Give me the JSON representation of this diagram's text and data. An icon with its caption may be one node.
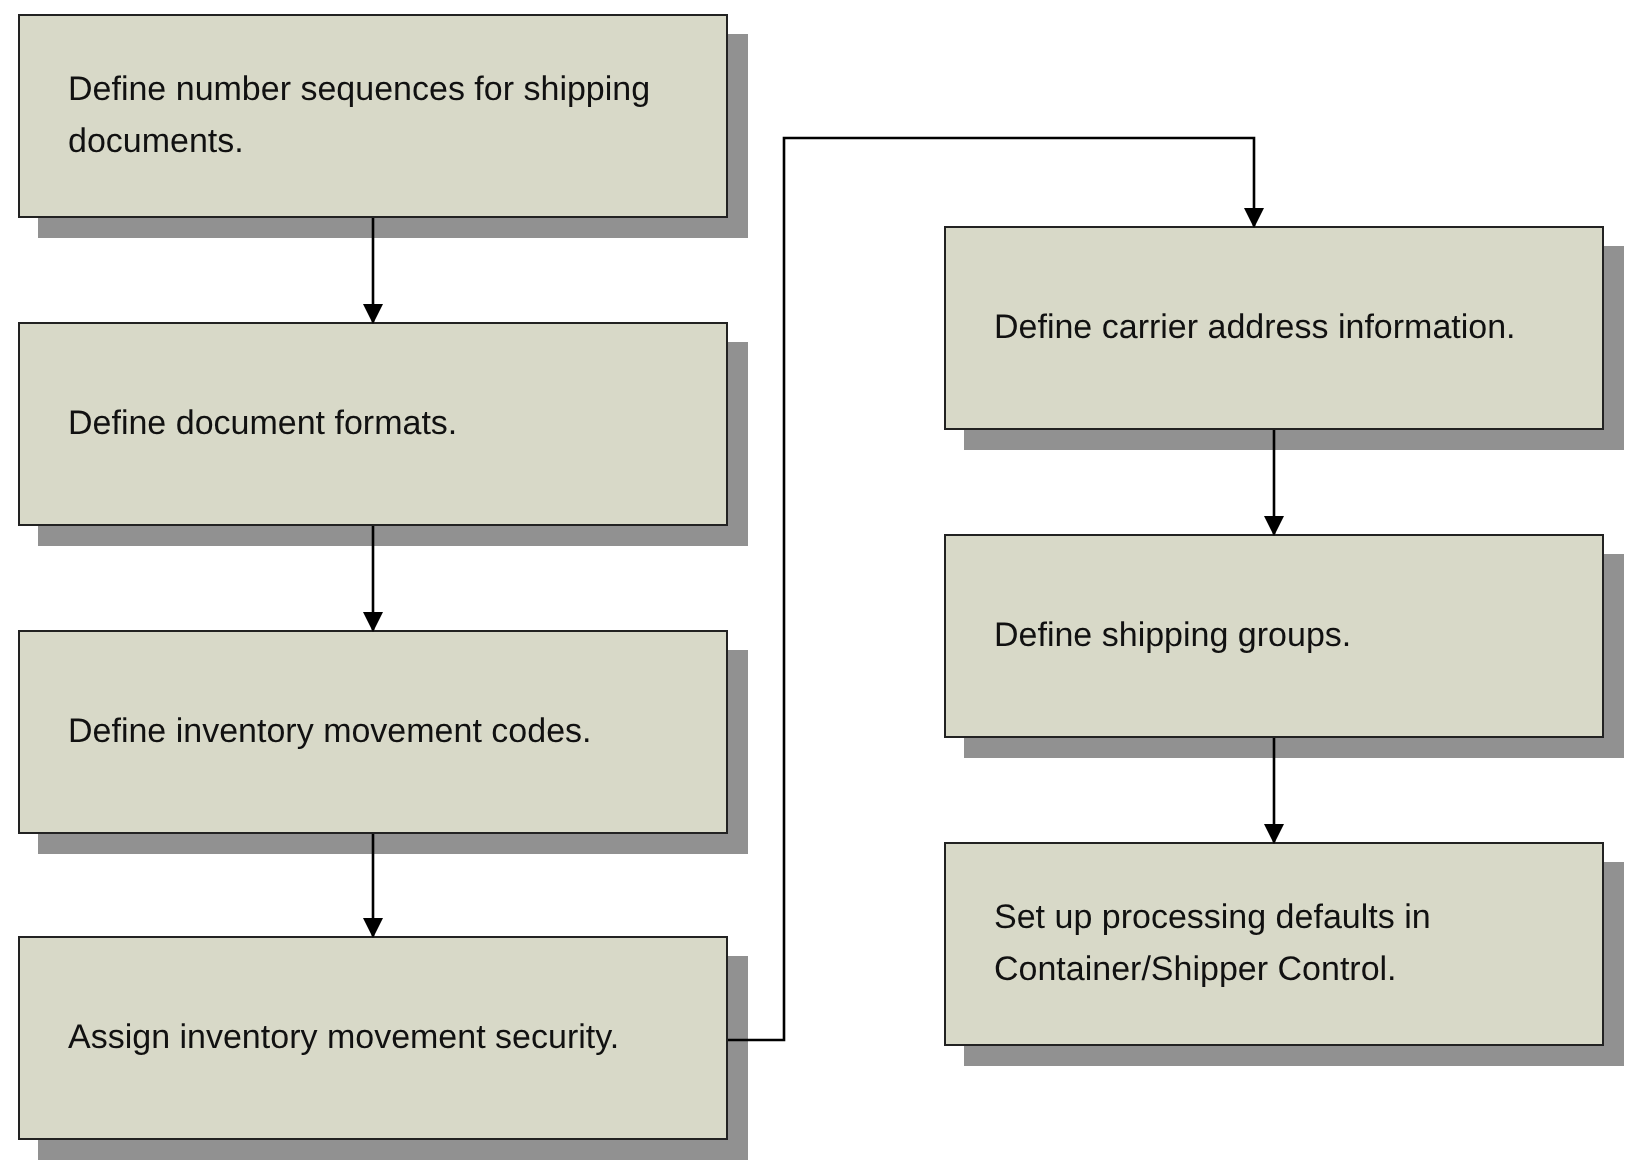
{
  "diagram": {
    "nodes": [
      {
        "text": [
          "Define number sequences for shipping documents."
        ]
      },
      {
        "text": [
          "Define document formats."
        ]
      },
      {
        "text": [
          "Define inventory movement codes."
        ]
      },
      {
        "text": [
          "Assign inventory movement security."
        ]
      },
      {
        "text": [
          "Define carrier address information."
        ]
      },
      {
        "text": [
          "Define shipping groups."
        ]
      },
      {
        "text": [
          "Set up processing defaults in Container/Shipper Control."
        ]
      }
    ],
    "edges": [
      {
        "from": 0,
        "to": 1,
        "arrow": "to"
      },
      {
        "from": 1,
        "to": 2,
        "arrow": "to"
      },
      {
        "from": 2,
        "to": 3,
        "arrow": "to"
      },
      {
        "from": 3,
        "to": 4,
        "arrow": "to"
      },
      {
        "from": 4,
        "to": 5,
        "arrow": "to"
      },
      {
        "from": 5,
        "to": 6,
        "arrow": "to"
      }
    ]
  }
}
